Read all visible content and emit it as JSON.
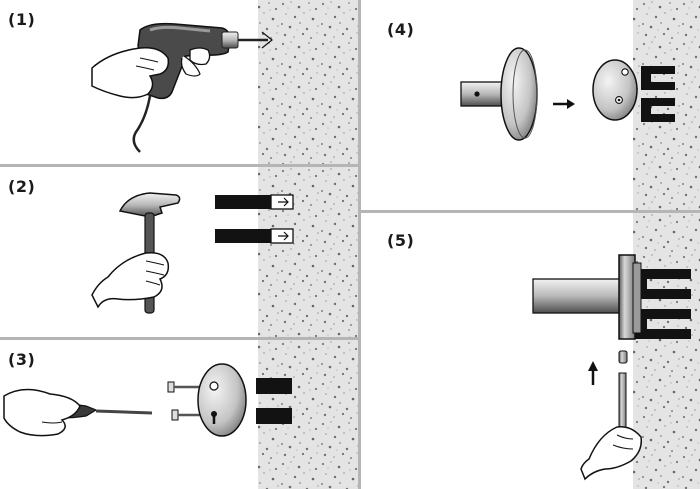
{
  "steps": [
    {
      "label": "(1)"
    },
    {
      "label": "(2)"
    },
    {
      "label": "(3)"
    },
    {
      "label": "(4)"
    },
    {
      "label": "(5)"
    }
  ],
  "colors": {
    "wall_base": "#e4e4e4",
    "wall_speck": "#8a8a8a",
    "divider": "#b5b5b5",
    "ink": "#1a1a1a",
    "metal_light": "#e6e6e6",
    "metal_dark": "#6e6e6e",
    "anchor_plug": "#121212"
  },
  "icons": [
    "drill-icon",
    "hammer-icon",
    "screwdriver-icon",
    "wall-mount-icon",
    "arrow-right-icon",
    "arrow-up-icon",
    "hand-icon",
    "wall-anchor-icon",
    "screw-icon"
  ]
}
